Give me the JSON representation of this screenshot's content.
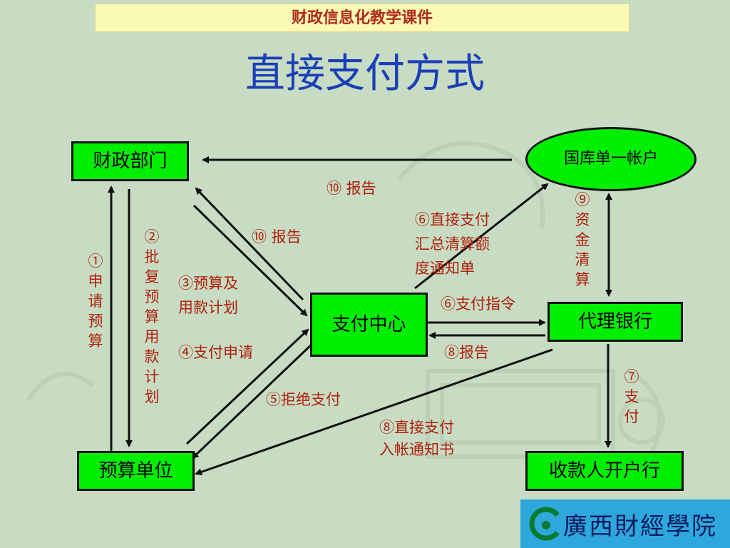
{
  "banner": "财政信息化教学课件",
  "title": "直接支付方式",
  "nodes": {
    "finance": "财政部门",
    "treasury": "国库单一帐户",
    "center": "支付中心",
    "agent_bank": "代理银行",
    "budget_unit": "预算单位",
    "payee_bank": "收款人开户行"
  },
  "labels": {
    "l1": "①申请预算",
    "l2": "②批复预算用款计划",
    "l3_line1": "③预算及",
    "l3_line2": "用款计划",
    "l4": "④支付申请",
    "l5": "⑤拒绝支付",
    "l6a_line1": "⑥直接支付",
    "l6a_line2": "汇总清算额",
    "l6a_line3": "度通知单",
    "l6b": "⑥支付指令",
    "l7": "⑦支付",
    "l8a": "⑧报告",
    "l8b_line1": "⑧直接支付",
    "l8b_line2": "入帐通知书",
    "l9": "⑨资金清算",
    "l10a": "⑩ 报告",
    "l10b": "⑩ 报告"
  },
  "logo": {
    "text": "廣西財經學院"
  },
  "colors": {
    "background": "#c7dcc3",
    "node_fill": "#00ee00",
    "label": "#b0200d",
    "title": "#1a3fb8",
    "banner_bg": "#fafab4",
    "logo_bg": "#2ea8dc"
  }
}
